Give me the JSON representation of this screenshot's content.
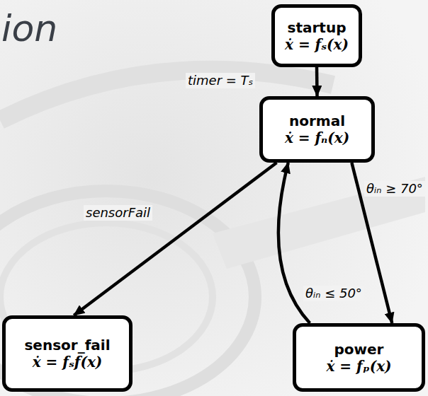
{
  "diagram": {
    "nodes": [
      {
        "text": [
          "startup",
          "ẋ = fₛ(x)"
        ]
      },
      {
        "text": [
          "normal",
          "ẋ = fₙ(x)"
        ]
      },
      {
        "text": [
          "sensor_fail",
          "ẋ = fₛf(x)"
        ]
      },
      {
        "text": [
          "power",
          "ẋ = fₚ(x)"
        ]
      }
    ],
    "edges": [
      {
        "from": 0,
        "to": 1,
        "label": "timer = Tₛ",
        "arrow": "to"
      },
      {
        "from": 1,
        "to": 2,
        "label": "sensorFail",
        "arrow": "to"
      },
      {
        "from": 1,
        "to": 3,
        "label": "θᵢₙ ≥ 70°",
        "arrow": "to"
      },
      {
        "from": 3,
        "to": 1,
        "label": "θᵢₙ ≤ 50°",
        "arrow": "to"
      }
    ],
    "labels": [
      "ion"
    ]
  }
}
